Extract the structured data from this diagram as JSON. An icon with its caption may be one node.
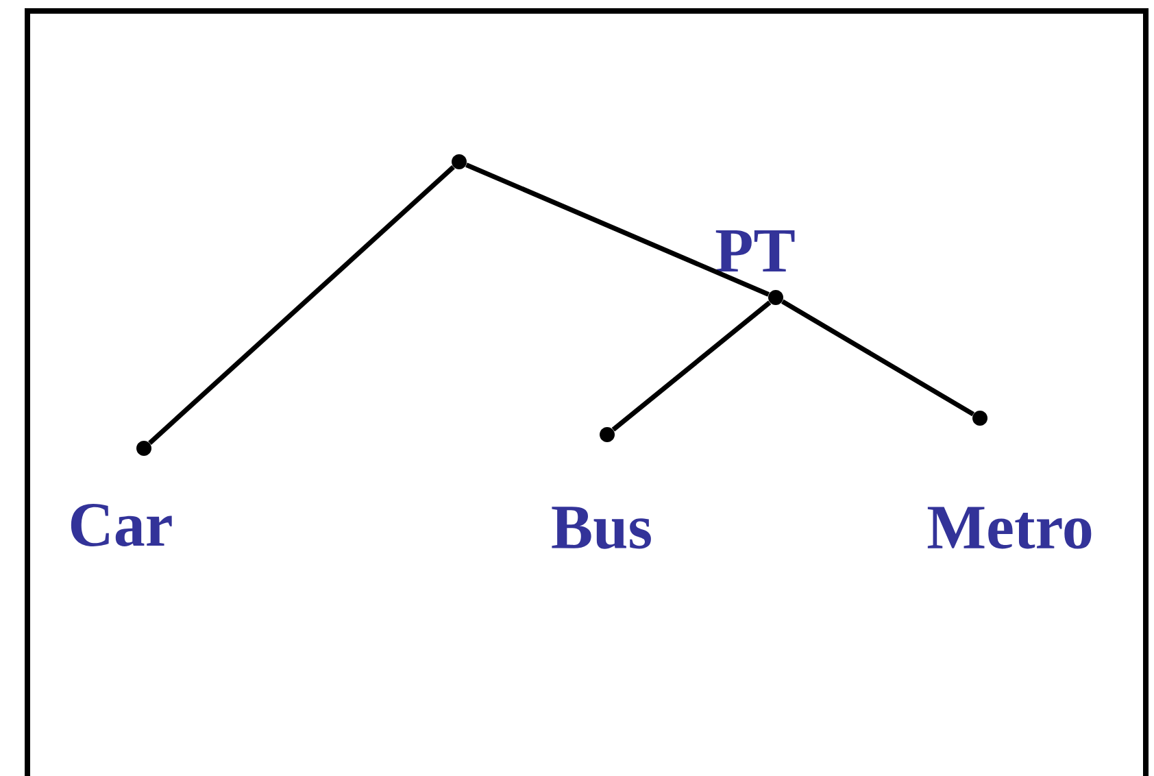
{
  "diagram": {
    "nodes": [
      {
        "text": [],
        "shape": "circle"
      },
      {
        "text": [],
        "shape": "circle",
        "beside": [
          "PT"
        ]
      },
      {
        "text": [],
        "shape": "circle",
        "beside": [
          "Car"
        ]
      },
      {
        "text": [],
        "shape": "circle",
        "beside": [
          "Bus"
        ]
      },
      {
        "text": [],
        "shape": "circle",
        "beside": [
          "Metro"
        ]
      }
    ],
    "edges": [
      {
        "from": 0,
        "to": 2,
        "arrow": "none"
      },
      {
        "from": 0,
        "to": 1,
        "arrow": "none"
      },
      {
        "from": 1,
        "to": 3,
        "arrow": "none"
      },
      {
        "from": 1,
        "to": 4,
        "arrow": "none"
      }
    ]
  }
}
